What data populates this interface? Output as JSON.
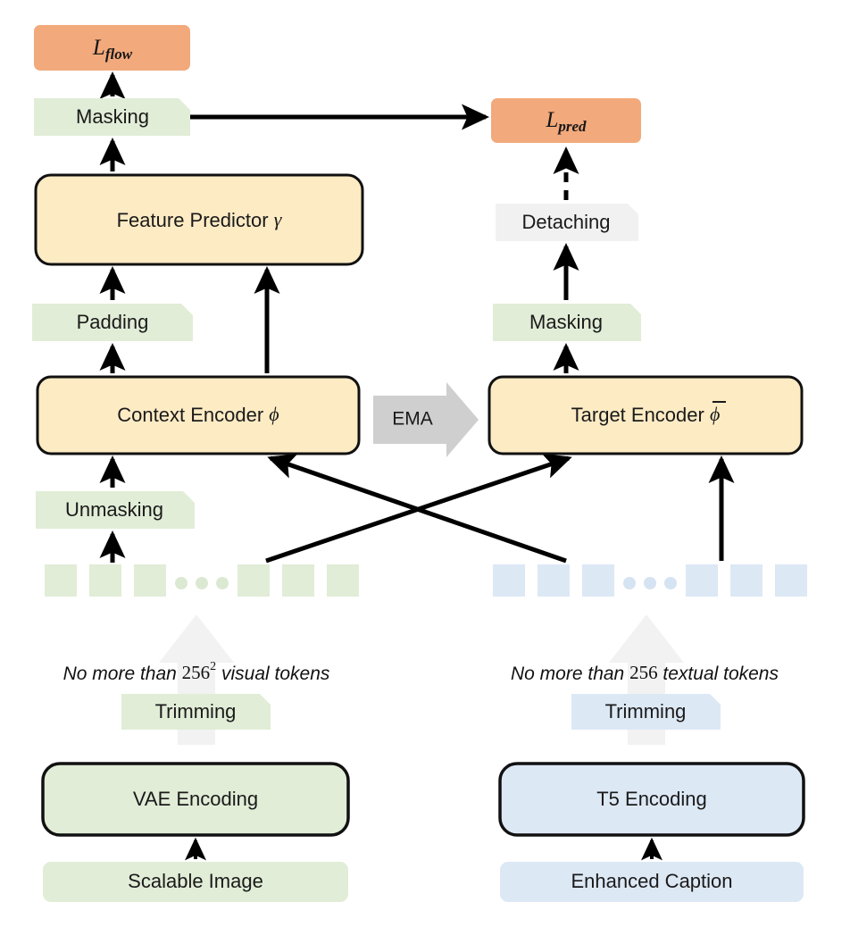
{
  "figure": {
    "title": "Training pipeline diagram",
    "colors": {
      "loss_fill": "#F2A97B",
      "module_fill": "#FDEBC4",
      "module_stroke": "#111111",
      "green_fill": "#E1EDD7",
      "green_token": "#E1EDD7",
      "blue_fill": "#DDE8F5",
      "blue_token": "#DDE8F5",
      "gray_fill": "#F1F1F1",
      "gray_arrow": "#CFCFCF",
      "gray_big_arrow": "#F2F2F2",
      "edge": "#000000",
      "background": "#FFFFFF"
    }
  },
  "left_column": {
    "loss_box": {
      "symbol": "L",
      "subscript": "flow",
      "full": "L_flow"
    },
    "masking": "Masking",
    "feature_predictor": {
      "text": "Feature Predictor",
      "symbol": "γ"
    },
    "padding": "Padding",
    "context_encoder": {
      "text": "Context Encoder",
      "symbol": "ϕ"
    },
    "unmasking": "Unmasking",
    "tokens": {
      "count": 6,
      "ellipsis_dots": 3
    },
    "caption": {
      "prefix": "No more than ",
      "number": "256",
      "superscript": "2",
      "suffix": " visual tokens",
      "full": "No more than 256² visual tokens"
    },
    "trimming": "Trimming",
    "encoder_box": "VAE Encoding",
    "input_box": "Scalable Image"
  },
  "right_column": {
    "loss_box": {
      "symbol": "L",
      "subscript": "pred",
      "full": "L_pred"
    },
    "detaching": "Detaching",
    "masking": "Masking",
    "target_encoder": {
      "text": "Target Encoder",
      "symbol": "ϕ",
      "overbar": true
    },
    "tokens": {
      "count": 6,
      "ellipsis_dots": 3
    },
    "caption": {
      "prefix": "No more than ",
      "number": "256",
      "superscript": "",
      "suffix": " textual tokens",
      "full": "No more than 256 textual tokens"
    },
    "trimming": "Trimming",
    "encoder_box": "T5 Encoding",
    "input_box": "Enhanced Caption"
  },
  "center": {
    "ema_label": "EMA"
  }
}
